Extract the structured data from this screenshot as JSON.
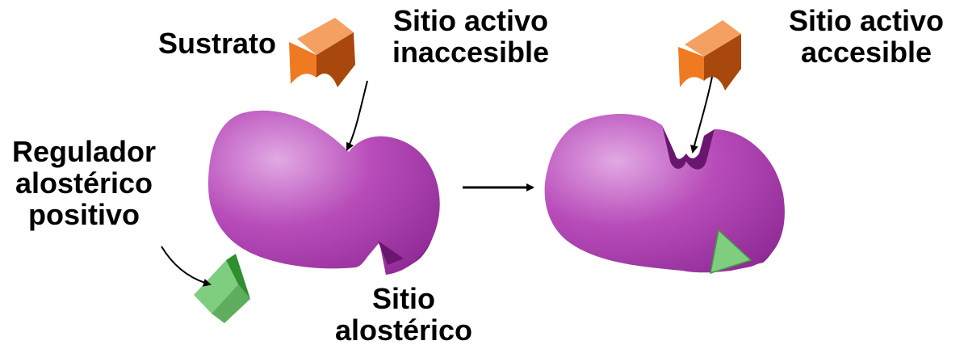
{
  "labels": {
    "substrate": "Sustrato",
    "active_site_inaccessible": [
      "Sitio activo",
      "inaccesible"
    ],
    "active_site_accessible": [
      "Sitio activo",
      "accesible"
    ],
    "positive_allosteric_regulator": [
      "Regulador",
      "alostérico",
      "positivo"
    ],
    "allosteric_site": [
      "Sitio",
      "alostérico"
    ]
  },
  "colors": {
    "enzyme": "#b23fb5",
    "enzyme_dark": "#7a1f80",
    "enzyme_light": "#d48fd6",
    "substrate": "#f07a22",
    "substrate_dark": "#a8480c",
    "regulator": "#7fce7f",
    "regulator_dark": "#2f8f2f",
    "text": "#000000"
  }
}
